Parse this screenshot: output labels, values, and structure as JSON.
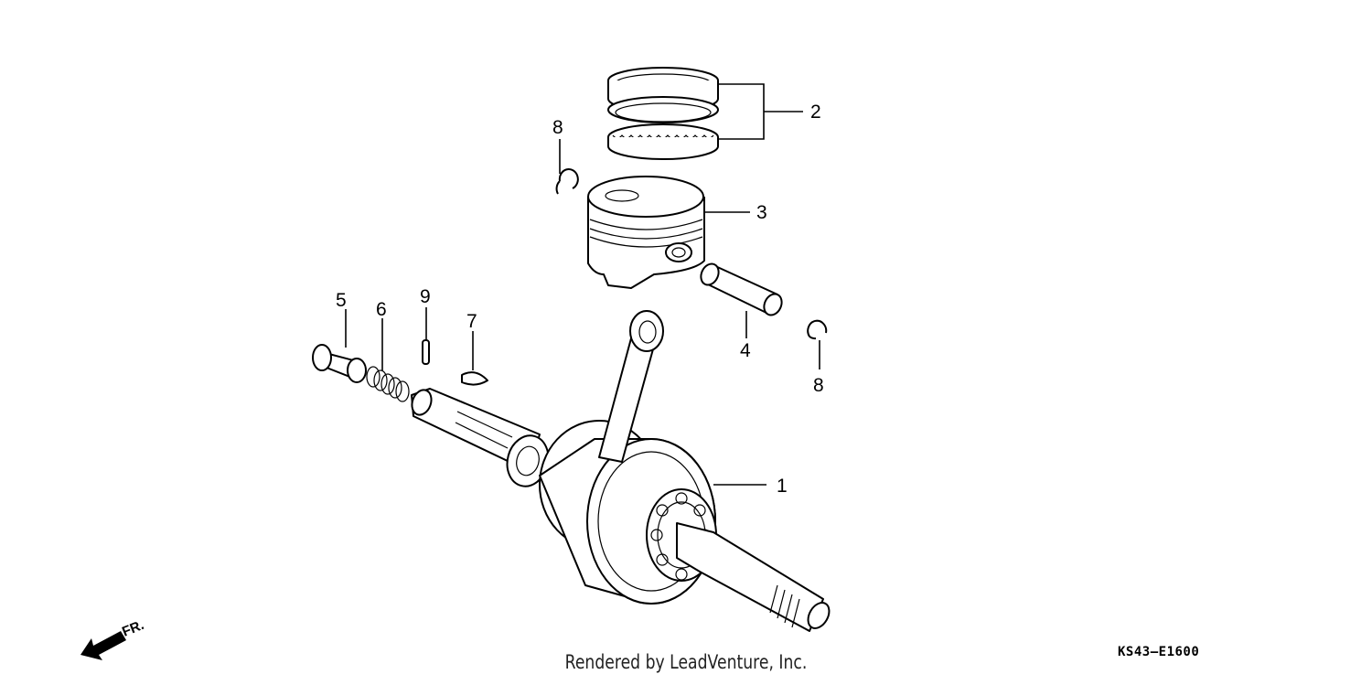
{
  "callouts": {
    "c1": "1",
    "c2": "2",
    "c3": "3",
    "c4": "4",
    "c5": "5",
    "c6": "6",
    "c7": "7",
    "c8a": "8",
    "c8b": "8",
    "c9": "9"
  },
  "front_marker": "FR.",
  "credit": "Rendered by LeadVenture, Inc.",
  "diagram_code": "KS43–E1600"
}
